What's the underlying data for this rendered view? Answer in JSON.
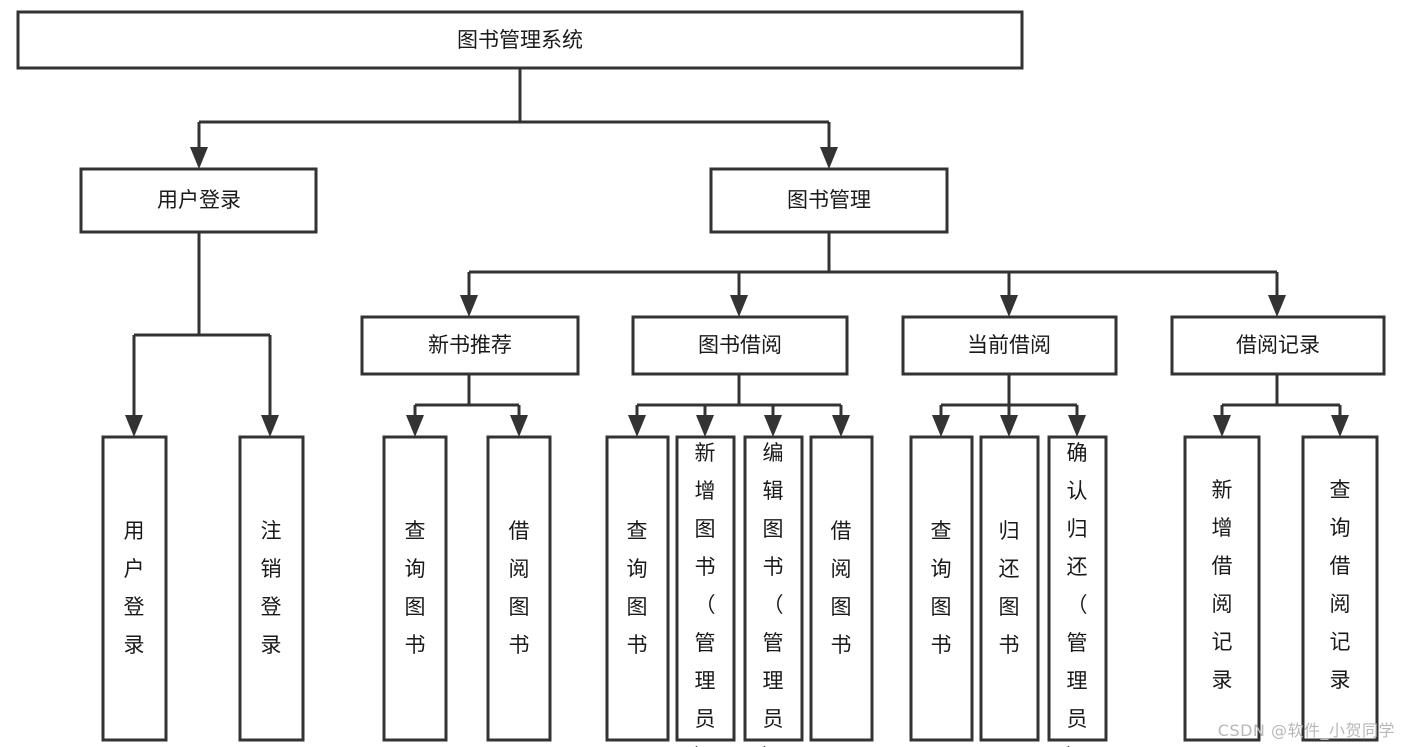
{
  "diagram": {
    "title": "图书管理系统",
    "type": "tree",
    "nodes": {
      "root": {
        "label": "图书管理系统",
        "level": 0
      },
      "l1": [
        {
          "id": "user-login",
          "label": "用户登录"
        },
        {
          "id": "book-manage",
          "label": "图书管理"
        }
      ],
      "l2": [
        {
          "id": "new-book-rec",
          "label": "新书推荐",
          "parent": "book-manage"
        },
        {
          "id": "book-borrow",
          "label": "图书借阅",
          "parent": "book-manage"
        },
        {
          "id": "current-borrow",
          "label": "当前借阅",
          "parent": "book-manage"
        },
        {
          "id": "borrow-record",
          "label": "借阅记录",
          "parent": "book-manage"
        }
      ],
      "leaves": [
        {
          "id": "leaf-user-login",
          "label": "用户登录",
          "parent": "user-login"
        },
        {
          "id": "leaf-logout",
          "label": "注销登录",
          "parent": "user-login"
        },
        {
          "id": "leaf-query-book-1",
          "label": "查询图书",
          "parent": "new-book-rec"
        },
        {
          "id": "leaf-borrow-book-1",
          "label": "借阅图书",
          "parent": "new-book-rec"
        },
        {
          "id": "leaf-query-book-2",
          "label": "查询图书",
          "parent": "book-borrow"
        },
        {
          "id": "leaf-add-book",
          "label": "新增图书（管理员）",
          "parent": "book-borrow"
        },
        {
          "id": "leaf-edit-book",
          "label": "编辑图书（管理员）",
          "parent": "book-borrow"
        },
        {
          "id": "leaf-borrow-book-2",
          "label": "借阅图书",
          "parent": "book-borrow"
        },
        {
          "id": "leaf-query-book-3",
          "label": "查询图书",
          "parent": "current-borrow"
        },
        {
          "id": "leaf-return-book",
          "label": "归还图书",
          "parent": "current-borrow"
        },
        {
          "id": "leaf-confirm-return",
          "label": "确认归还（管理员）",
          "parent": "current-borrow"
        },
        {
          "id": "leaf-add-record",
          "label": "新增借阅记录",
          "parent": "borrow-record"
        },
        {
          "id": "leaf-query-record",
          "label": "查询借阅记录",
          "parent": "borrow-record"
        }
      ]
    },
    "colors": {
      "stroke": "#333333",
      "fill": "#ffffff",
      "text": "#1a1a1a"
    }
  },
  "watermark": {
    "text": "CSDN @软件_小贺同学"
  }
}
